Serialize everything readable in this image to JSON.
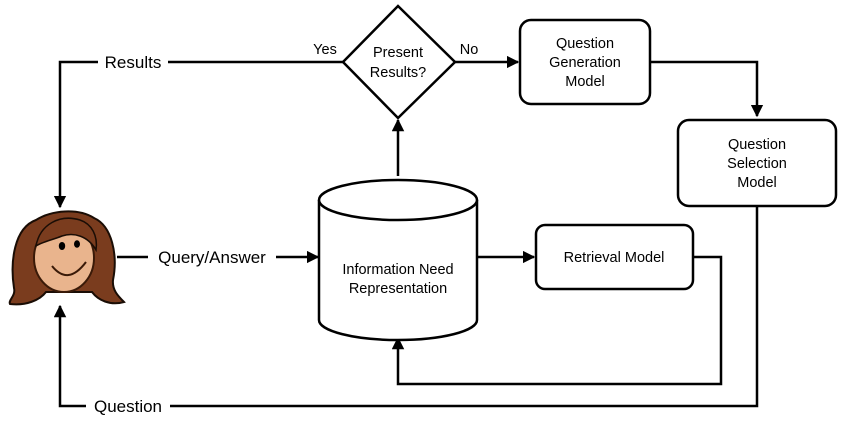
{
  "nodes": {
    "question_generation": [
      "Question",
      "Generation",
      "Model"
    ],
    "question_selection": [
      "Question",
      "Selection",
      "Model"
    ],
    "retrieval": "Retrieval Model",
    "information_need": [
      "Information Need",
      "Representation"
    ],
    "decision": [
      "Present",
      "Results?"
    ]
  },
  "edge_labels": {
    "yes": "Yes",
    "no": "No",
    "results": "Results",
    "query_answer": "Query/Answer",
    "question": "Question"
  },
  "user": {
    "icon": "user-avatar-icon"
  }
}
